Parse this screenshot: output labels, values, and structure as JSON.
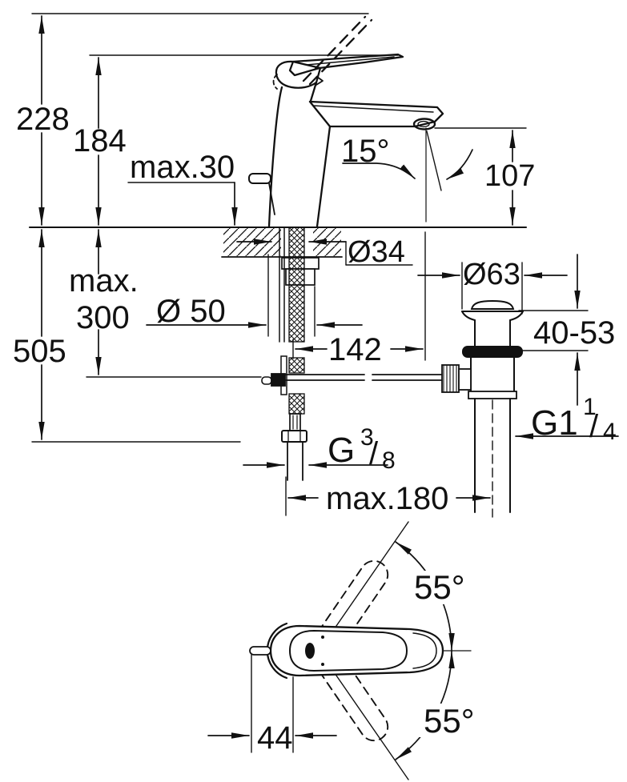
{
  "colors": {
    "line": "#111111",
    "background": "#ffffff"
  },
  "side_view": {
    "overall_height": "228",
    "height_to_lever": "184",
    "max_deck_thickness": "max.30",
    "spout_angle": "15°",
    "spout_height": "107",
    "hole_diameter": "Ø34",
    "hose_length_line1": "max.",
    "hose_length_line2": "300",
    "base_diameter": "Ø 50",
    "overall_depth": "505",
    "spout_projection": "142",
    "waste_flange_diameter": "Ø63",
    "mounting_thickness_range": "40-53",
    "waste_thread": {
      "base": "G1",
      "numerator": "1",
      "slash": "/",
      "denominator": "4"
    },
    "supply_thread": {
      "base": "G",
      "numerator": "3",
      "slash": "/",
      "denominator": "8"
    },
    "max_rod_distance": "max.180"
  },
  "top_view": {
    "swivel_angle_upper": "55°",
    "swivel_angle_lower": "55°",
    "rod_offset": "44"
  }
}
